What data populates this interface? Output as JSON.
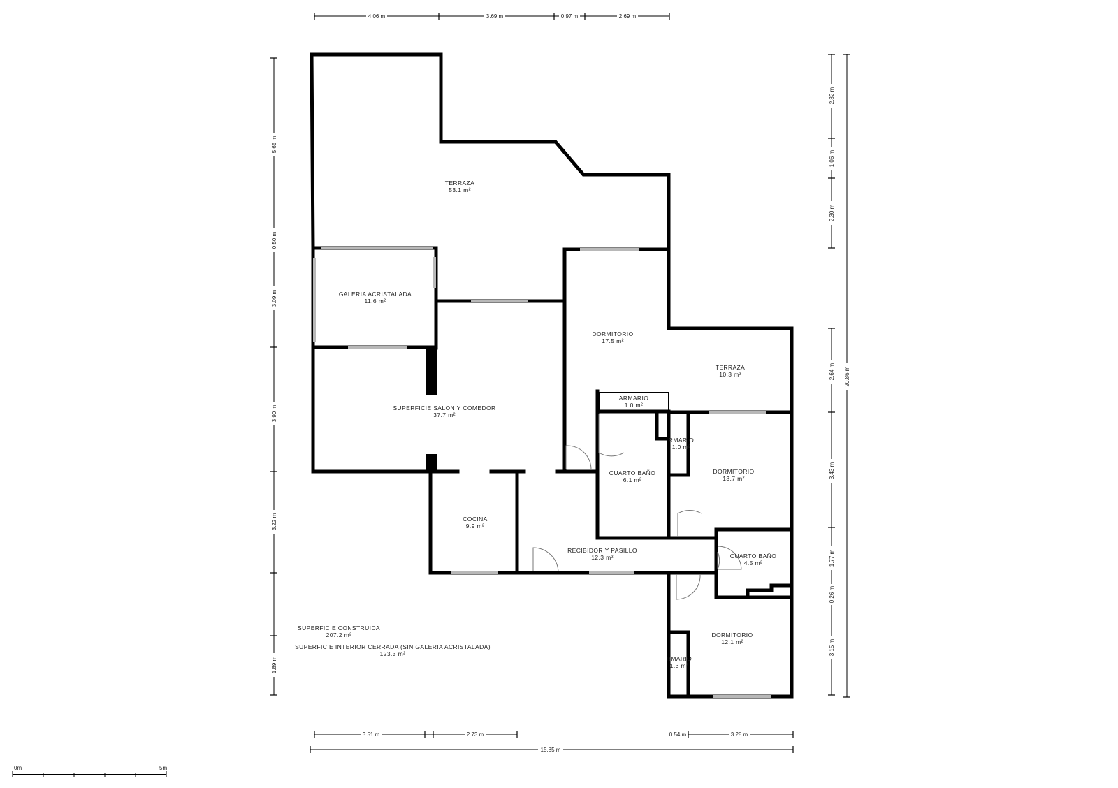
{
  "rooms": {
    "terraza_main": {
      "name": "TERRAZA",
      "area": "53.1 m²"
    },
    "galeria": {
      "name": "GALERIA ACRISTALADA",
      "area": "11.6 m²"
    },
    "salon": {
      "name": "SUPERFICIE SALON Y COMEDOR",
      "area": "37.7 m²"
    },
    "dormitorio_1": {
      "name": "DORMITORIO",
      "area": "17.5 m²"
    },
    "armario_1": {
      "name": "ARMARIO",
      "area": "1.0 m²"
    },
    "terraza_small": {
      "name": "TERRAZA",
      "area": "10.3 m²"
    },
    "armario_2": {
      "name": "RMARIO",
      "area": "1.0 m²"
    },
    "bano_1": {
      "name": "CUARTO BAÑO",
      "area": "6.1 m²"
    },
    "dormitorio_2": {
      "name": "DORMITORIO",
      "area": "13.7 m²"
    },
    "cocina": {
      "name": "COCINA",
      "area": "9.9 m²"
    },
    "recibidor": {
      "name": "RECIBIDOR Y PASILLO",
      "area": "12.3 m²"
    },
    "bano_2": {
      "name": "CUARTO BAÑO",
      "area": "4.5 m²"
    },
    "dormitorio_3": {
      "name": "DORMITORIO",
      "area": "12.1 m²"
    },
    "armario_3": {
      "name": "RMARIO",
      "area": "1.3 m²"
    }
  },
  "summary": {
    "built_label": "SUPERFICIE CONSTRUIDA",
    "built_value": "207.2 m²",
    "interior_label": "SUPERFICIE INTERIOR CERRADA (SIN GALERIA ACRISTALADA)",
    "interior_value": "123.3 m²"
  },
  "dimensions": {
    "top": [
      "4.06 m",
      "3.69 m",
      "0.97 m",
      "2.69 m"
    ],
    "left": [
      "5.65 m",
      "0.50 m",
      "3.09 m",
      "3.90 m",
      "3.22 m",
      "1.89 m"
    ],
    "right": [
      "2.82 m",
      "1.06 m",
      "2.30 m",
      "2.64 m",
      "3.43 m",
      "1.77 m",
      "0.26 m",
      "3.15 m"
    ],
    "right_total": "20.86 m",
    "bottom": [
      "3.51 m",
      "2.73 m",
      "0.54 m",
      "3.28 m"
    ],
    "bottom_total": "15.85 m"
  },
  "scale_bar": {
    "start": "0m",
    "end": "5m"
  }
}
